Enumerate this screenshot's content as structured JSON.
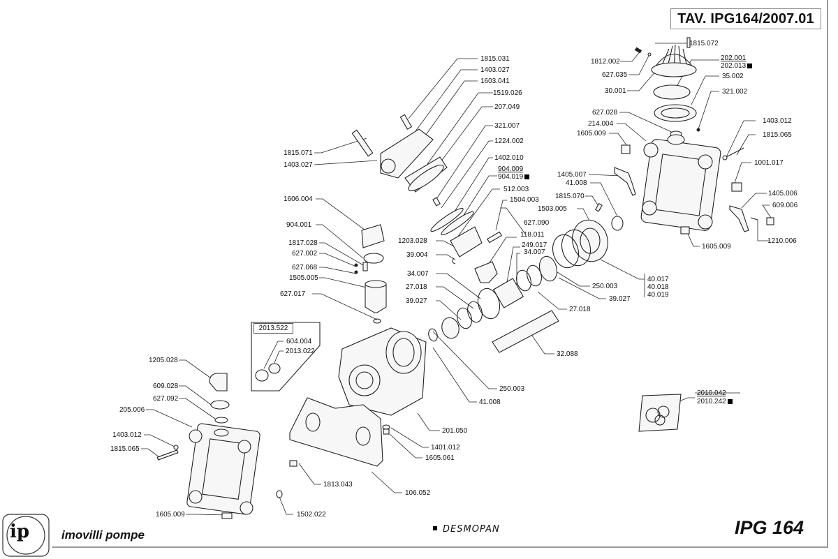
{
  "sheet": {
    "title": "TAV. IPG164/2007.01",
    "model": "IPG 164",
    "brand": "imovilli pompe",
    "logo_text": "ip",
    "legend_text": "DESMOPAN",
    "kit_box_label": "2013.522"
  },
  "labels": {
    "l1815_072": "1815.072",
    "l1812_002": "1812.002",
    "l202_001": "202.001",
    "l202_013": "202.013",
    "l627_035": "627.035",
    "l35_002": "35.002",
    "l30_001": "30.001",
    "l321_002": "321.002",
    "l627_028": "627.028",
    "l214_004": "214.004",
    "l1605_009a": "1605.009",
    "l1403_012a": "1403.012",
    "l1815_065a": "1815.065",
    "l1001_017": "1001.017",
    "l1405_007": "1405.007",
    "l41_008a": "41.008",
    "l1815_070": "1815.070",
    "l1405_006": "1405.006",
    "l609_006": "609.006",
    "l1503_005": "1503.005",
    "l1210_006": "1210.006",
    "l1605_009b": "1605.009",
    "l1815_031": "1815.031",
    "l1403_027a": "1403.027",
    "l1603_041": "1603.041",
    "l1519_026": "1519.026",
    "l207_049": "207.049",
    "l321_007": "321.007",
    "l1224_002": "1224.002",
    "l1402_010": "1402.010",
    "l904_009": "904.009",
    "l904_019": "904.019",
    "l512_003": "512.003",
    "l1504_003": "1504.003",
    "l1815_071": "1815.071",
    "l1403_027b": "1403.027",
    "l1606_004": "1606.004",
    "l904_001": "904.001",
    "l1817_028": "1817.028",
    "l627_002": "627.002",
    "l627_068": "627.068",
    "l1505_005": "1505.005",
    "l627_017": "627.017",
    "l1203_028": "1203.028",
    "l39_004": "39.004",
    "l627_090": "627.090",
    "l118_011": "118.011",
    "l249_017": "249.017",
    "l34_007a": "34.007",
    "l34_007b": "34.007",
    "l27_018a": "27.018",
    "l39_027a": "39.027",
    "l250_003a": "250.003",
    "l39_027b": "39.027",
    "l27_018b": "27.018",
    "l40_017": "40.017",
    "l40_018": "40.018",
    "l40_019": "40.019",
    "l32_088": "32.088",
    "l250_003b": "250.003",
    "l41_008b": "41.008",
    "l604_004": "604.004",
    "l2013_022": "2013.022",
    "l1205_028": "1205.028",
    "l609_028": "609.028",
    "l627_092": "627.092",
    "l205_006": "205.006",
    "l1403_012b": "1403.012",
    "l1815_065b": "1815.065",
    "l1605_009c": "1605.009",
    "l201_050": "201.050",
    "l1401_012": "1401.012",
    "l1605_061": "1605.061",
    "l1813_043": "1813.043",
    "l106_052": "106.052",
    "l1502_022": "1502.022",
    "l2010_042": "2010.042",
    "l2010_242": "2010.242"
  }
}
